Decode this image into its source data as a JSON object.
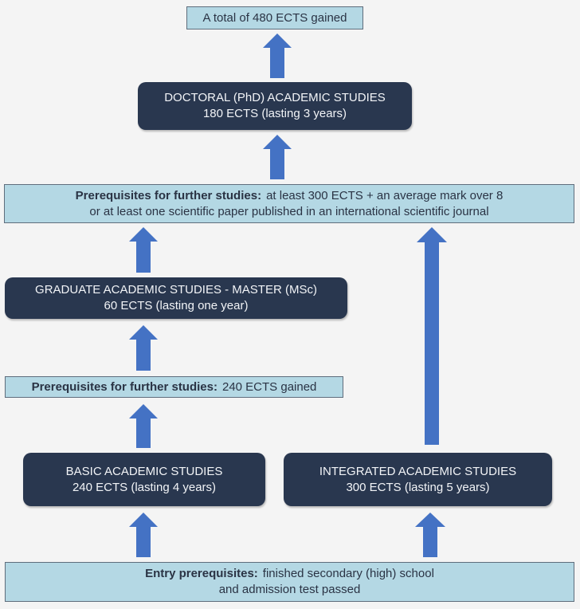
{
  "diagram": {
    "accent_colors": {
      "arrow": "#4472c4",
      "dark_box": "#29374f",
      "light_box": "#b4d8e4"
    },
    "total": {
      "text": "A total of 480 ECTS gained"
    },
    "doctoral": {
      "line1": "DOCTORAL (PhD) ACADEMIC STUDIES",
      "line2": "180 ECTS (lasting 3 years)"
    },
    "prereq_doctoral": {
      "label": "Prerequisites for further studies:",
      "line1": "at least 300 ECTS + an average mark over 8",
      "line2": "or at least one scientific paper published in an international scientific journal"
    },
    "master": {
      "line1": "GRADUATE ACADEMIC STUDIES - MASTER (MSc)",
      "line2": "60 ECTS (lasting one year)"
    },
    "prereq_master": {
      "label": "Prerequisites for further studies:",
      "text": "240 ECTS gained"
    },
    "basic": {
      "line1": "BASIC ACADEMIC STUDIES",
      "line2": "240 ECTS (lasting 4 years)"
    },
    "integrated": {
      "line1": "INTEGRATED ACADEMIC STUDIES",
      "line2": "300 ECTS (lasting 5 years)"
    },
    "entry": {
      "label": "Entry prerequisites:",
      "line1": "finished secondary (high) school",
      "line2": "and admission test passed"
    }
  }
}
